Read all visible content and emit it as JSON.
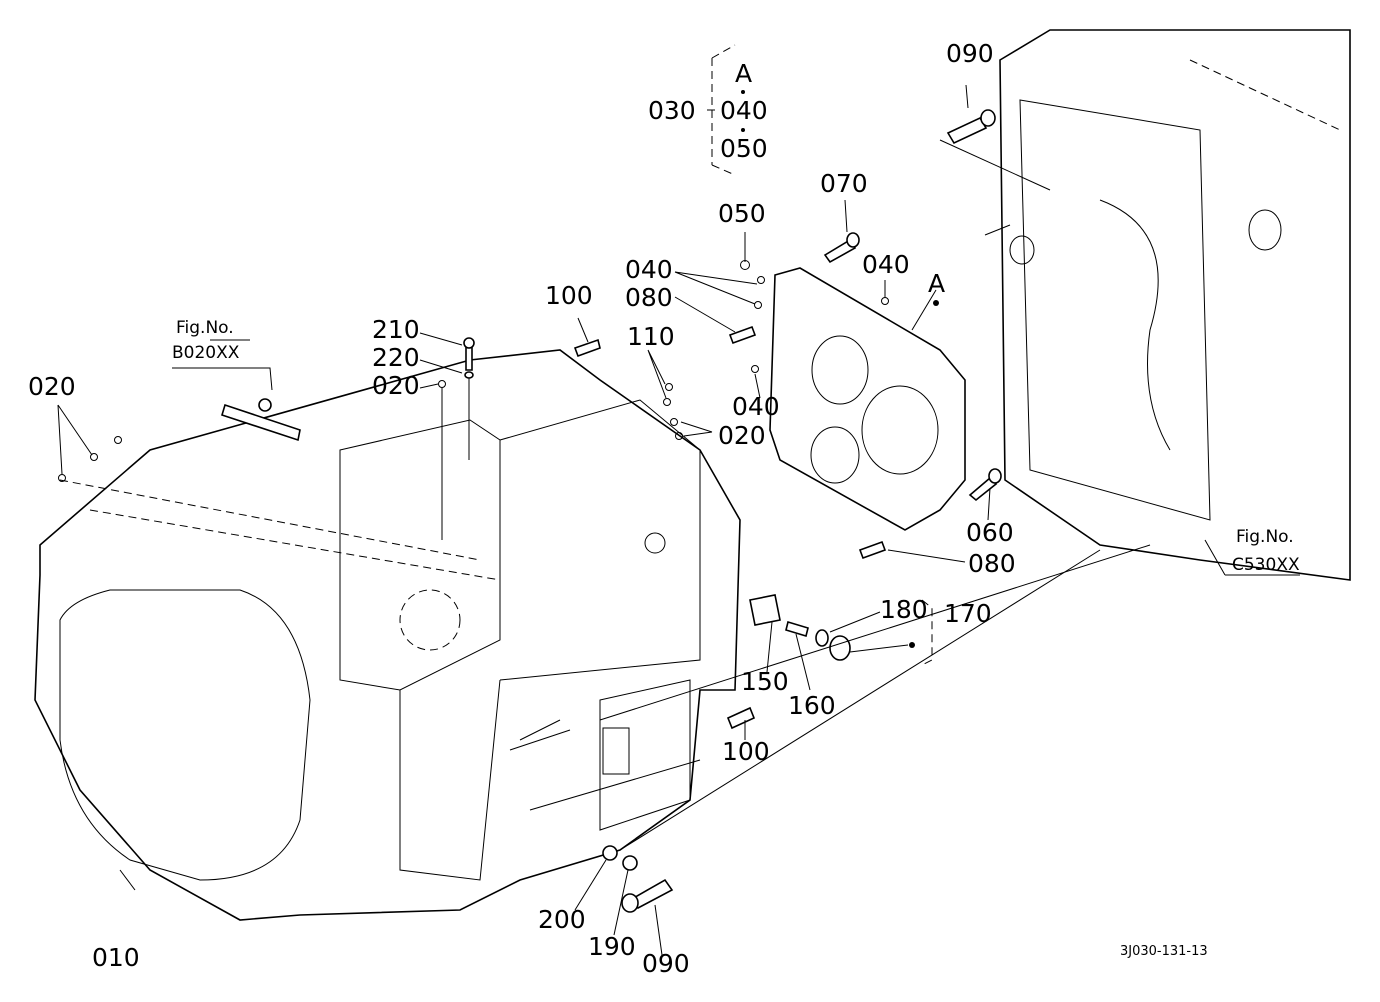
{
  "diagram": {
    "type": "exploded parts diagram",
    "drawing_code": "3J030-131-13",
    "figure_refs": [
      {
        "label": "Fig.No.",
        "code": "B020XX"
      },
      {
        "label": "Fig.No.",
        "code": "C530XX"
      }
    ],
    "set_group": {
      "id": "030",
      "members": [
        "A",
        "040",
        "050"
      ]
    },
    "kit_group": {
      "id": "170"
    },
    "callouts": {
      "c010": "010",
      "c020_left": "020",
      "c020_mid": "020",
      "c020_right": "020",
      "c040_a": "040",
      "c040_b": "040",
      "c040_c": "040",
      "c050": "050",
      "c060": "060",
      "c070": "070",
      "c080_top": "080",
      "c080_bot": "080",
      "c090_top": "090",
      "c090_bot": "090",
      "c100_top": "100",
      "c100_bot": "100",
      "c110": "110",
      "c150": "150",
      "c160": "160",
      "c180": "180",
      "c190": "190",
      "c200": "200",
      "c210": "210",
      "c220": "220",
      "cA": "A"
    }
  }
}
